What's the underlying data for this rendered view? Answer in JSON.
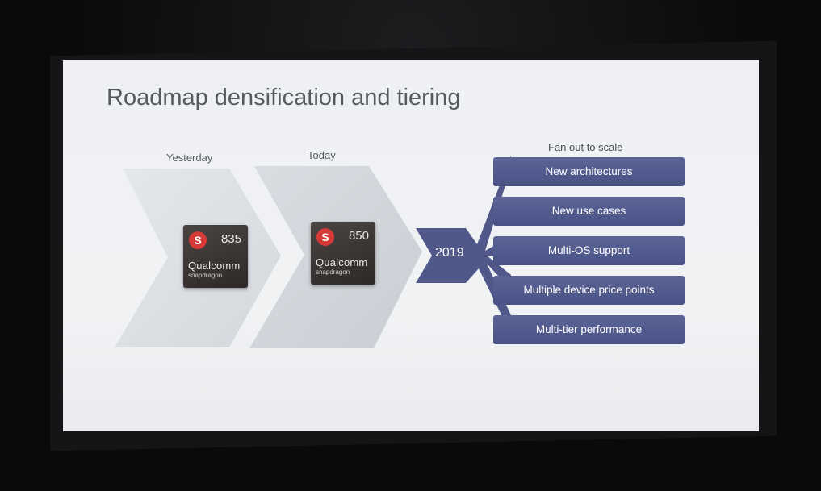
{
  "slide": {
    "title": "Roadmap densification and tiering"
  },
  "stages": [
    {
      "label": "Yesterday",
      "chip": {
        "model": "835",
        "brand": "Qualcomm",
        "sub": "snapdragon"
      }
    },
    {
      "label": "Today",
      "chip": {
        "model": "850",
        "brand": "Qualcomm",
        "sub": "snapdragon"
      }
    }
  ],
  "year": "2019",
  "fan": {
    "title": "Fan out to scale",
    "items": [
      "New architectures",
      "New use cases",
      "Multi-OS support",
      "Multiple device price points",
      "Multi-tier performance"
    ]
  },
  "colors": {
    "chevron_light": "#dfe2e6",
    "fan_blue": "#4f5889",
    "chip_dark": "#3a3433",
    "snapdragon_red": "#d63b37"
  }
}
